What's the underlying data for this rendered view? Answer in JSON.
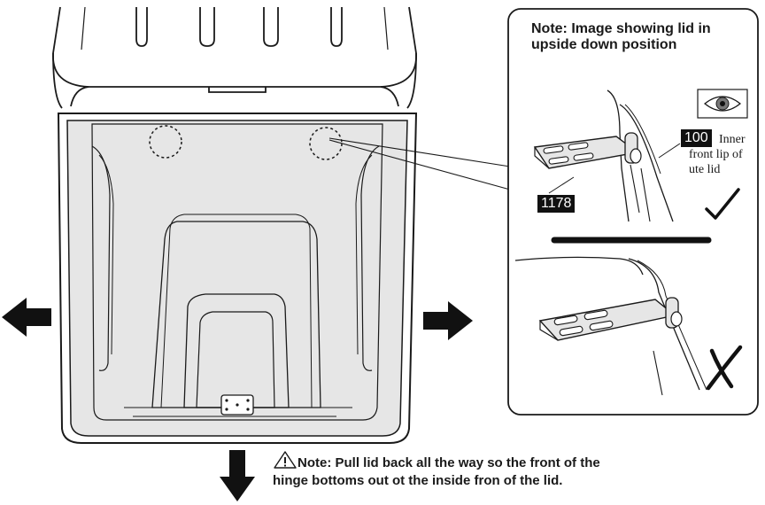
{
  "inset": {
    "note_line1": "Note: Image showing lid in",
    "note_line2": "upside down position",
    "tag_100": "100",
    "callout_line1": "Inner",
    "callout_line2": "front lip of",
    "callout_line3": "ute lid",
    "tag_1178": "1178",
    "correct_mark": "check-mark-icon",
    "incorrect_mark": "x-mark-icon",
    "view_icon": "eye-icon"
  },
  "bottom_note": {
    "line1": "Note: Pull lid back all the way so the front of the",
    "line2": "hinge bottoms out ot the inside fron of the lid.",
    "icon": "warning-triangle-icon"
  },
  "arrows": {
    "left": "arrow-left-icon",
    "right": "arrow-right-icon",
    "down": "arrow-down-icon"
  },
  "colors": {
    "lid_fill": "#e6e6e6",
    "ink": "#1a1a1a",
    "tag_bg": "#111111"
  }
}
